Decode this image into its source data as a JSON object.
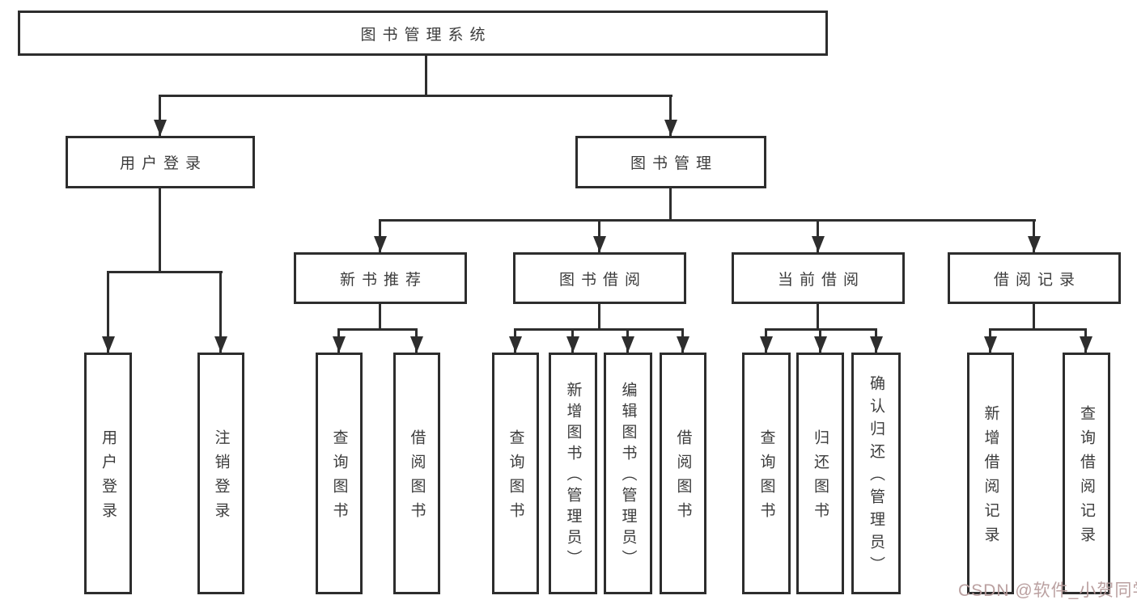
{
  "tree": {
    "root": "图书管理系统",
    "level1": [
      "用户登录",
      "图书管理"
    ],
    "level2": [
      "新书推荐",
      "图书借阅",
      "当前借阅",
      "借阅记录"
    ],
    "leaves": {
      "user_login": [
        "用户登录",
        "注销登录"
      ],
      "new_books": [
        "查询图书",
        "借阅图书"
      ],
      "book_borrow": [
        "查询图书",
        "新增图书（管理员）",
        "编辑图书（管理员）",
        "借阅图书"
      ],
      "current_borrow": [
        "查询图书",
        "归还图书",
        "确认归还（管理员）"
      ],
      "borrow_records": [
        "新增借阅记录",
        "查询借阅记录"
      ]
    }
  },
  "watermark": "CSDN @软件_小贺同学",
  "colors": {
    "line": "#2e2e2e",
    "border": "#2d2d2d",
    "text": "#3c3c3c",
    "background": "#ffffff",
    "watermark": "#b79b9b"
  }
}
